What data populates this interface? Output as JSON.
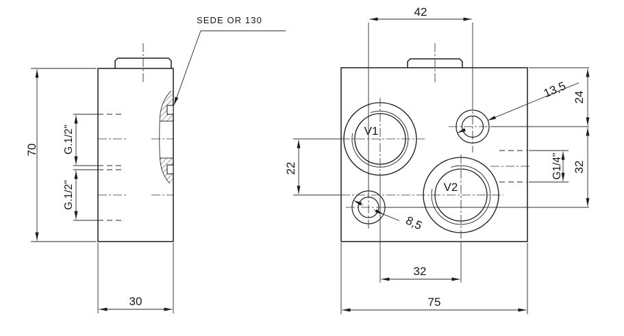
{
  "drawing": {
    "type": "technical_drawing_2_views",
    "colors": {
      "line": "#1b1b1b",
      "background": "#ffffff"
    },
    "labels": {
      "seat_note": "SEDE OR 130",
      "port_v1": "V1",
      "port_v2": "V2"
    },
    "left_view": {
      "height_dim": "70",
      "depth_dim": "30",
      "upper_port_thread": "G.1/2\"",
      "lower_port_thread": "G.1/2\""
    },
    "right_view": {
      "width_dim": "75",
      "top_holes_spacing": "42",
      "counterbore_dia": "13,5",
      "top_offset": "24",
      "right_vertical_spacing": "32",
      "side_port_thread": "G1/4\"",
      "centers_vertical_spacing": "22",
      "bottom_centers_spacing": "32",
      "small_hole_dia": "8,5"
    }
  }
}
